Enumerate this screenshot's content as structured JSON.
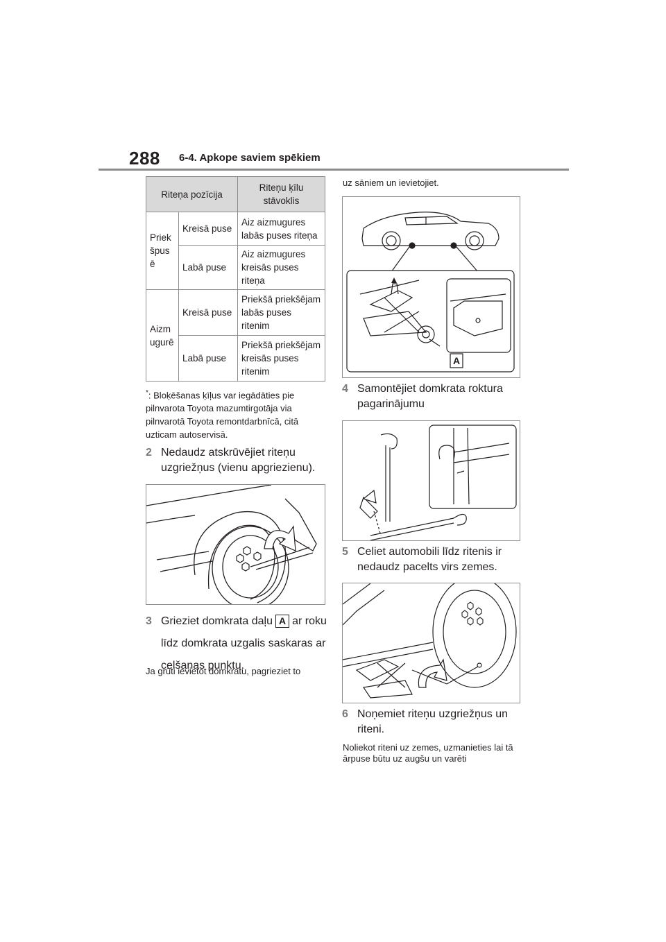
{
  "header": {
    "page_number": "288",
    "section": "6-4. Apkope saviem spēkiem"
  },
  "table": {
    "col_position": "Riteņa pozīcija",
    "col_chock": "Riteņu ķīlu stāvoklis",
    "groups": [
      {
        "position": "Priekšpusē",
        "rows": [
          {
            "side": "Kreisā puse",
            "chock": "Aiz aizmugures labās puses riteņa"
          },
          {
            "side": "Labā puse",
            "chock": "Aiz aizmugures kreisās puses riteņa"
          }
        ]
      },
      {
        "position": "Aizmugurē",
        "rows": [
          {
            "side": "Kreisā puse",
            "chock": "Priekšā priekšējam labās puses ritenim"
          },
          {
            "side": "Labā puse",
            "chock": "Priekšā priekšējam kreisās puses ritenim"
          }
        ]
      }
    ]
  },
  "footnote": {
    "marker": "*",
    "text": ": Bloķēšanas ķīļus var iegādāties pie pilnvarota Toyota mazumtirgotāja via pilnvarotā Toyota remontdarbnīcā, citā uzticam autoservisā."
  },
  "steps": {
    "s2": {
      "num": "2",
      "text": "Nedaudz atskrūvējiet riteņu uzgriežņus (vienu apgriezienu)."
    },
    "s3": {
      "num": "3",
      "text_a": "Grieziet domkrata daļu",
      "callout": "A",
      "text_b": "ar roku līdz domkrata uzgalis saskaras ar celšanas punktu."
    },
    "s3_note_a": "Ja grūti ievietot domkratu, pagrieziet to",
    "s3_note_b": "uz sāniem un ievietojiet.",
    "s4": {
      "num": "4",
      "text": "Samontējiet domkrata roktura pagarinājumu"
    },
    "s5": {
      "num": "5",
      "text": "Celiet automobili līdz ritenis ir nedaudz pacelts virs zemes."
    },
    "s6": {
      "num": "6",
      "text": "Noņemiet riteņu uzgriežņus un riteni."
    },
    "s6_note": "Noliekot riteni uz zemes, uzmanieties lai tā ārpuse būtu uz augšu un varēti"
  },
  "figures": {
    "jack_callout": "A"
  }
}
